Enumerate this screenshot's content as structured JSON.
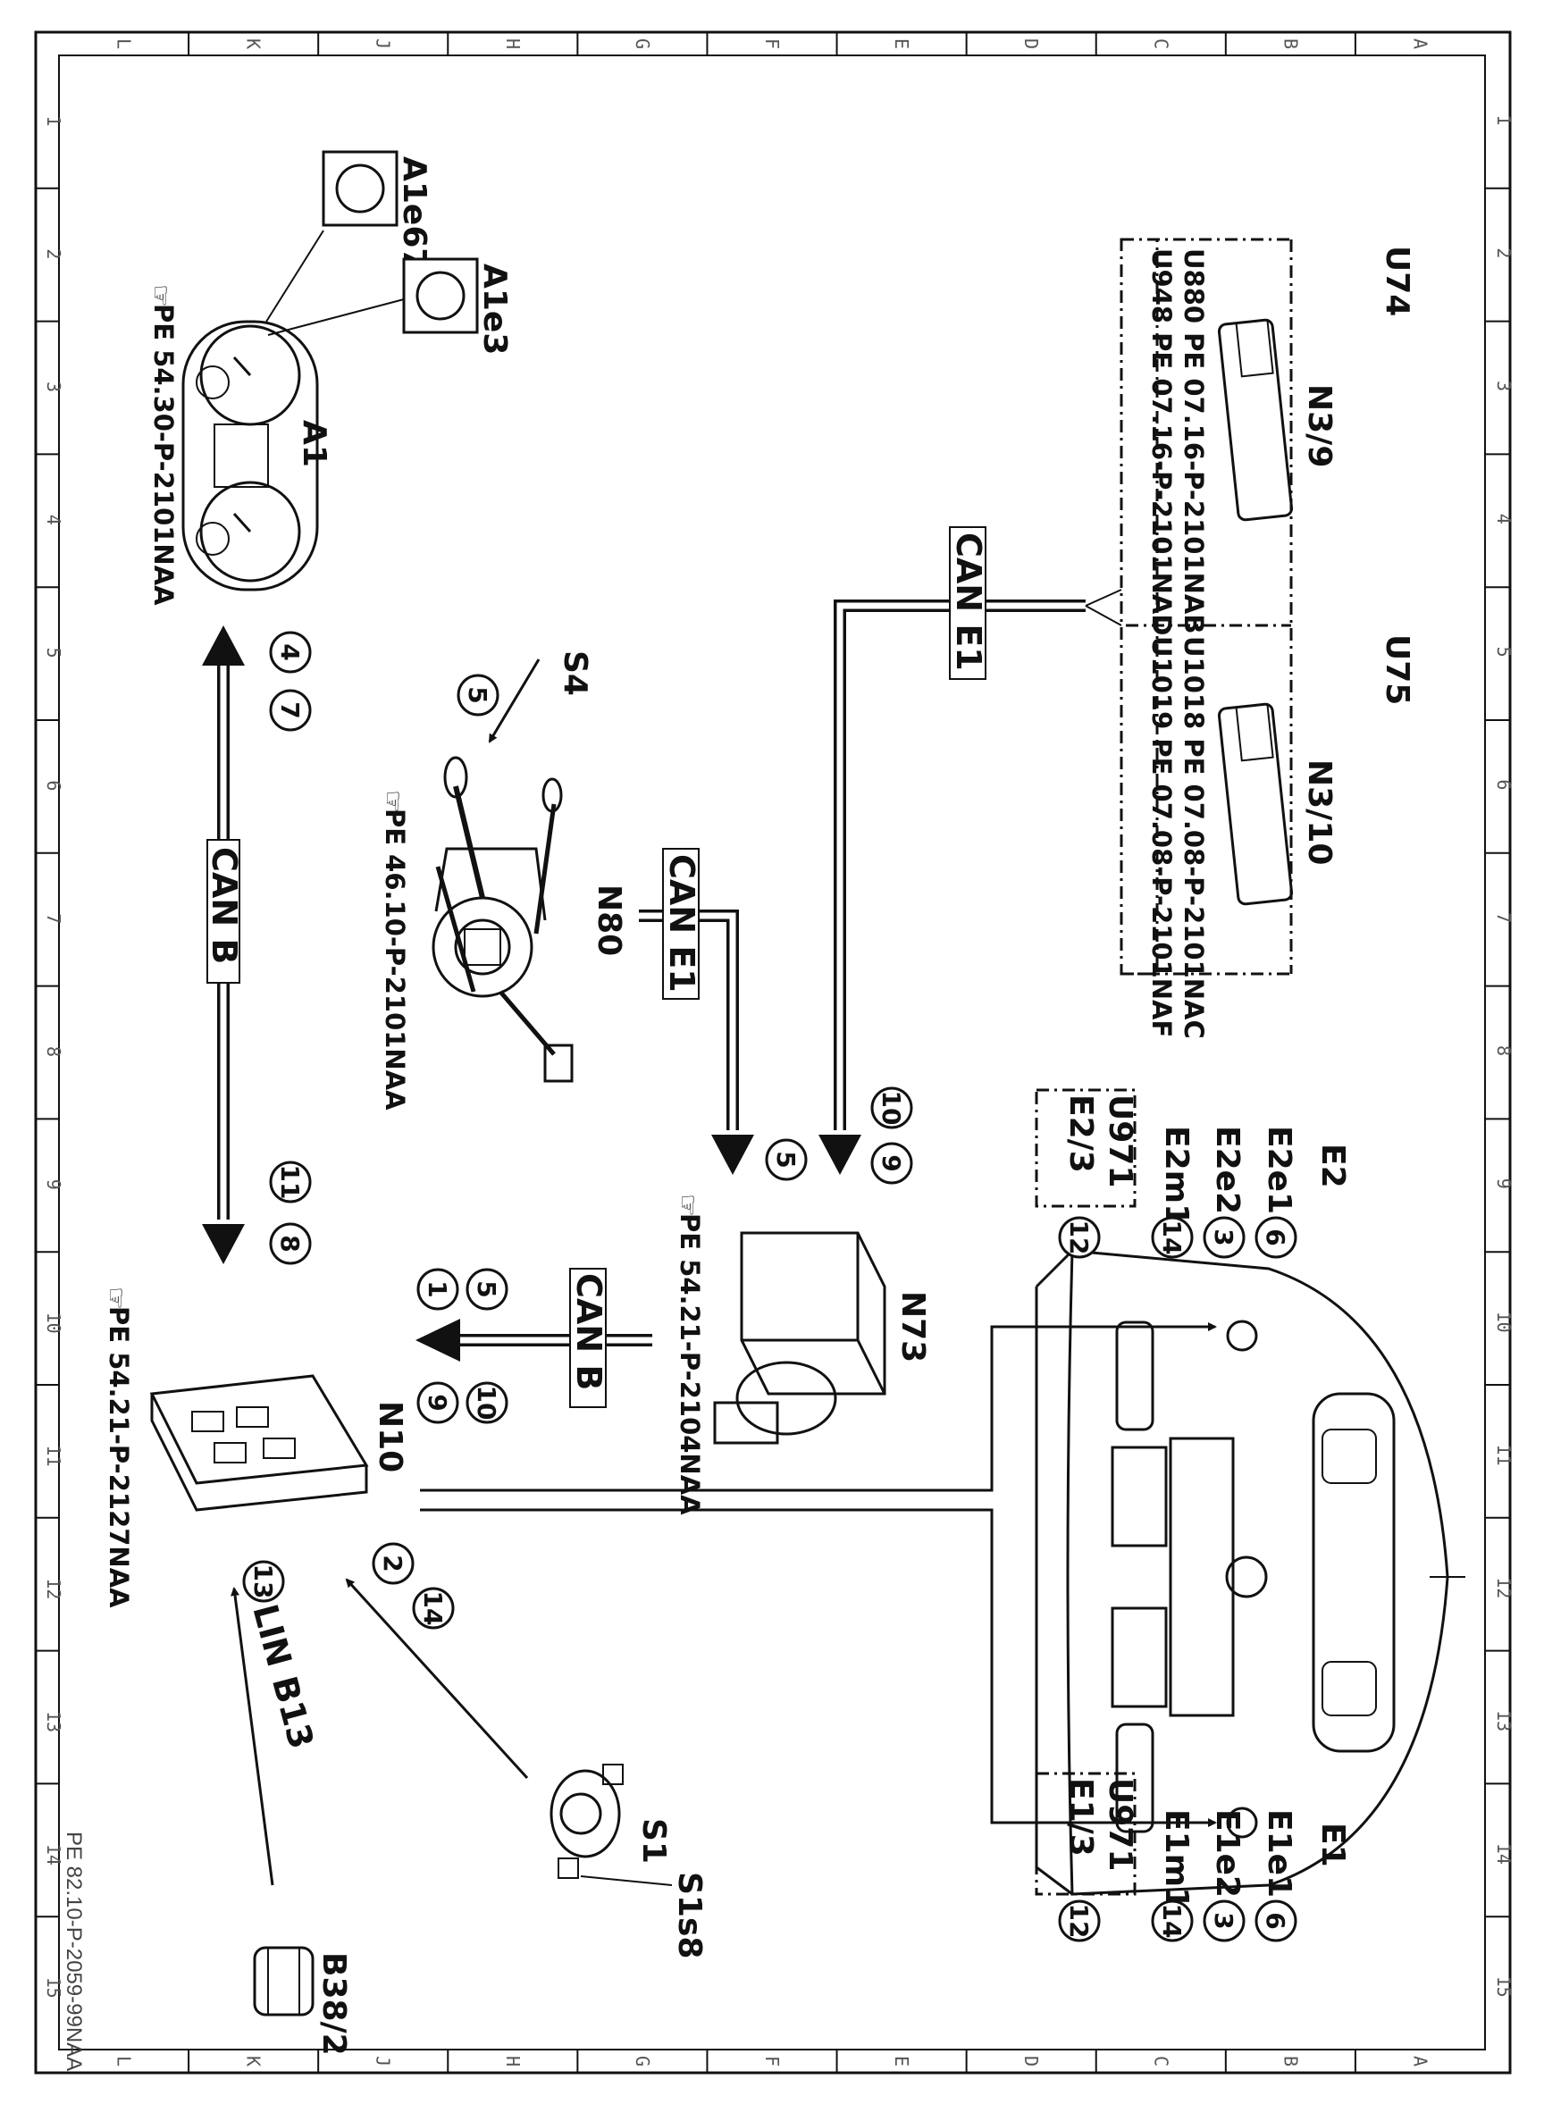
{
  "grid": {
    "letters": [
      "L",
      "K",
      "J",
      "H",
      "G",
      "F",
      "E",
      "D",
      "C",
      "B",
      "A"
    ],
    "numbers": [
      "1",
      "2",
      "3",
      "4",
      "5",
      "6",
      "7",
      "8",
      "9",
      "10",
      "11",
      "12",
      "13",
      "14",
      "15"
    ]
  },
  "side_reference": "PE 82.10-P-2059-99NAA",
  "components": {
    "a1": {
      "label": "A1",
      "ref": "PE 54.30-P-2101NAA"
    },
    "a1e67": {
      "label": "A1e67"
    },
    "a1e3": {
      "label": "A1e3"
    },
    "s4": {
      "label": "S4"
    },
    "n80": {
      "label": "N80",
      "ref": "PE 46.10-P-2101NAA"
    },
    "n73": {
      "label": "N73",
      "ref": "PE 54.21-P-2104NAA"
    },
    "n10": {
      "label": "N10",
      "ref": "PE 54.21-P-2127NAA"
    },
    "s1": {
      "label": "S1"
    },
    "s1s8": {
      "label": "S1s8"
    },
    "b38_2": {
      "label": "B38/2"
    },
    "u74": {
      "label": "U74",
      "unit": "N3/9",
      "lines": [
        "U880  PE 07.16-P-2101NAB",
        "U948  PE 07.16-P-2101NAD"
      ]
    },
    "u75": {
      "label": "U75",
      "unit": "N3/10",
      "lines": [
        "U1018  PE 07.08-P-2101NAC",
        "U1019  PE 07.08-P-2101NAF"
      ]
    },
    "e2": {
      "labels": [
        "E2",
        "E2e1",
        "E2e2",
        "E2m1"
      ],
      "u971": "U971",
      "sub": "E2/3"
    },
    "e1": {
      "labels": [
        "E1",
        "E1e1",
        "E1e2",
        "E1m1"
      ],
      "u971": "U971",
      "sub": "E1/3"
    }
  },
  "buses": {
    "can_b_left": "CAN B",
    "can_b_mid": "CAN B",
    "can_e1_mid": "CAN E1",
    "can_e1_top": "CAN E1",
    "lin_b13": "LIN B13"
  },
  "circled": {
    "c4": "4",
    "c7": "7",
    "c11": "11",
    "c8": "8",
    "c5a": "5",
    "c10a": "10",
    "c9a": "9",
    "c5b": "5",
    "c5c": "5",
    "c1": "1",
    "c10b": "10",
    "c9b": "9",
    "c2": "2",
    "c14a": "14",
    "c13": "13",
    "e2c6": "6",
    "e2c3": "3",
    "e2c14": "14",
    "e2c12": "12",
    "e1c6": "6",
    "e1c3": "3",
    "e1c14": "14",
    "e1c12": "12"
  }
}
